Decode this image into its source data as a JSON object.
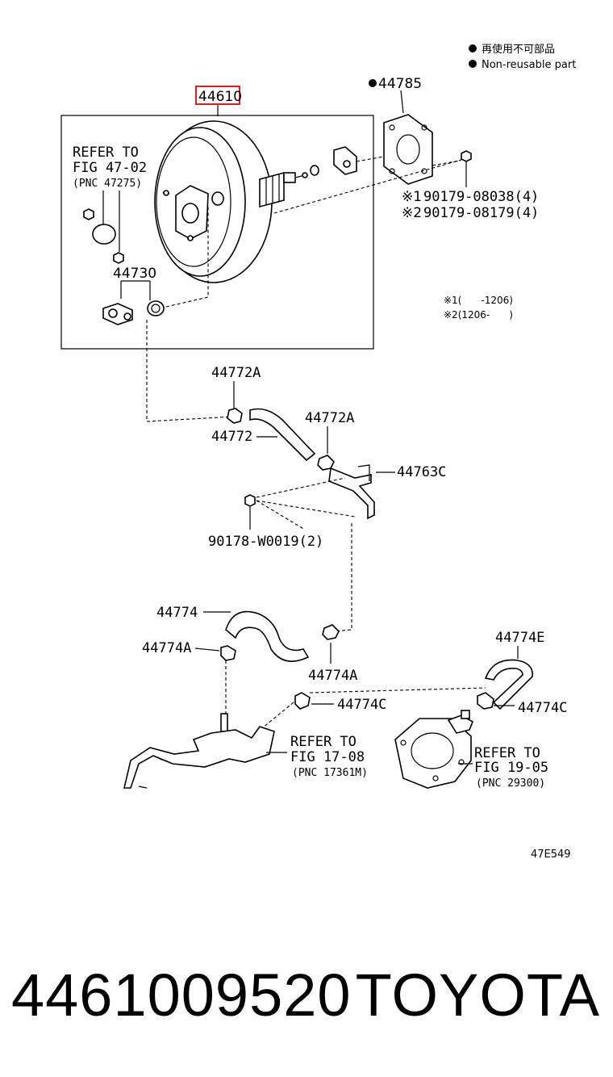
{
  "legend": {
    "text_jp": "再使用不可部品",
    "text_en": "Non-reusable part"
  },
  "labels": {
    "main_part": "44610",
    "gasket": "44785",
    "refer_47_line1": "REFER TO",
    "refer_47_line2": "FIG 47-02",
    "refer_47_line3": "(PNC 47275)",
    "valve": "44730",
    "nut1": "90179-08038(4)",
    "nut2": "90179-08179(4)",
    "note1": "※1(　　-1206)",
    "note2": "※2(1206-　　)",
    "mark1": "※1",
    "mark2": "※2",
    "clip_top": "44772A",
    "hose_top": "44772",
    "clip_mid": "44772A",
    "pipe": "44763C",
    "bolt": "90178-W0019(2)",
    "hose_lower": "44774",
    "clip_lower_left": "44774A",
    "clip_lower_mid": "44774A",
    "clip_c1": "44774C",
    "hose_e": "44774E",
    "clip_c2": "44774C",
    "refer_17_line1": "REFER TO",
    "refer_17_line2": "FIG 17-08",
    "refer_17_line3": "(PNC 17361M)",
    "refer_19_line1": "REFER TO",
    "refer_19_line2": "FIG 19-05",
    "refer_19_line3": "(PNC 29300)",
    "illustration_code": "47E549"
  },
  "footer": {
    "part_number": "4461009520",
    "brand": "TOYOTA"
  },
  "colors": {
    "highlight": "#d92020",
    "ink": "#000000"
  }
}
